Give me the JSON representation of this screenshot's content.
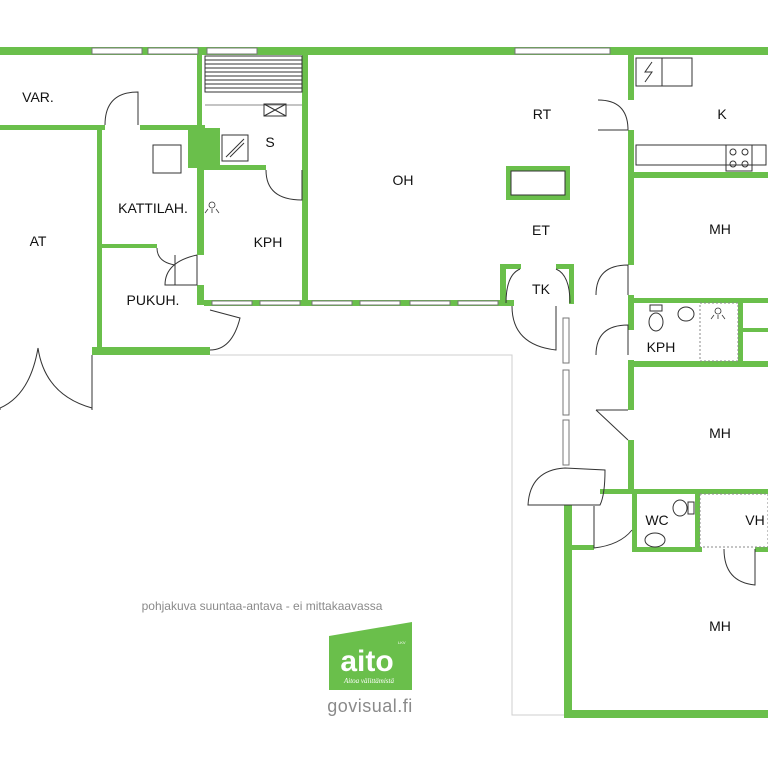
{
  "colors": {
    "wall": "#6abf4b",
    "line": "#222222",
    "thin": "#444444",
    "logo_bg": "#6abf4b",
    "text": "#111111",
    "muted": "#8a8a8a"
  },
  "rooms": {
    "var": "VAR.",
    "at": "AT",
    "kattilah": "KATTILAH.",
    "pukuh": "PUKUH.",
    "s": "S",
    "kph_left": "KPH",
    "oh": "OH",
    "rt": "RT",
    "k": "K",
    "et": "ET",
    "tk": "TK",
    "mh_1": "MH",
    "kph_right": "KPH",
    "mh_2": "MH",
    "wc": "WC",
    "vh": "VH",
    "mh_3": "MH"
  },
  "footer": {
    "disclaimer": "pohjakuva suuntaa-antava - ei mittakaavassa",
    "website": "govisual.fi"
  },
  "logo": {
    "name": "aito",
    "tagline": "Aitoa välittämistä",
    "mark": "LKV"
  },
  "icons": [
    "electrical-panel-icon",
    "stove-icon",
    "sink-icon",
    "toilet-icon",
    "shower-icon",
    "sauna-stove-icon",
    "boiler-icon"
  ]
}
